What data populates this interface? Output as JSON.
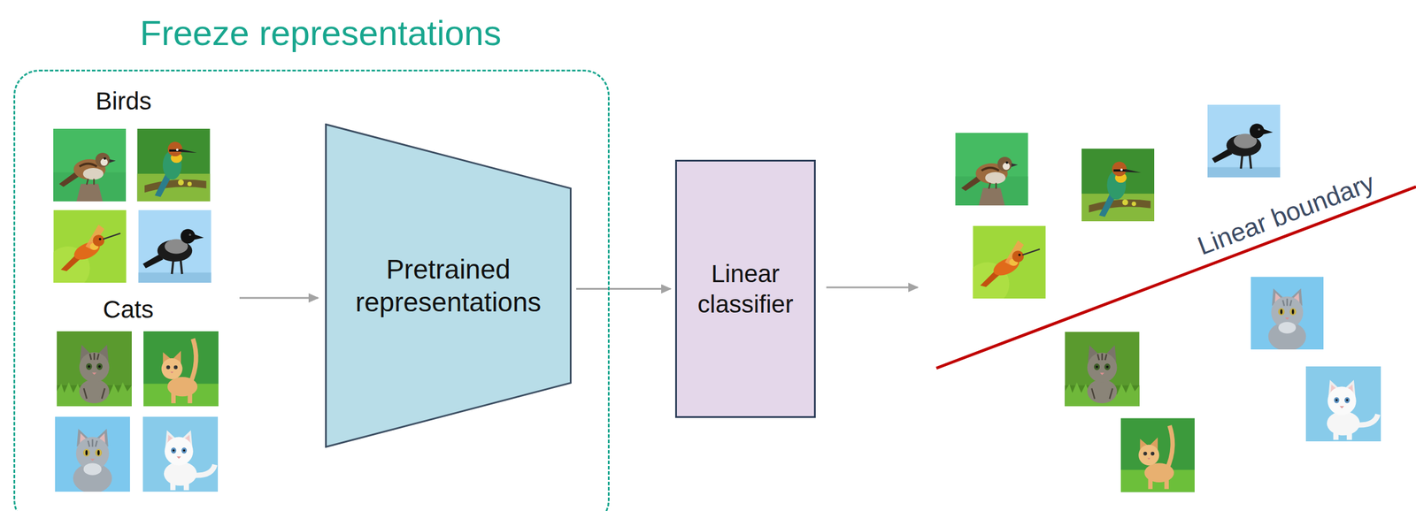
{
  "diagram": {
    "nodes": [
      {
        "text": [
          "Freeze representations"
        ]
      },
      {
        "text": [
          "Pretrained representations"
        ],
        "in": 0
      },
      {
        "text": [
          "Linear classifier"
        ]
      }
    ],
    "edges": [
      {
        "from": 1,
        "to": 2,
        "arrow": "to"
      }
    ],
    "labels": [
      "Birds",
      "Cats",
      "Linear boundary"
    ]
  }
}
